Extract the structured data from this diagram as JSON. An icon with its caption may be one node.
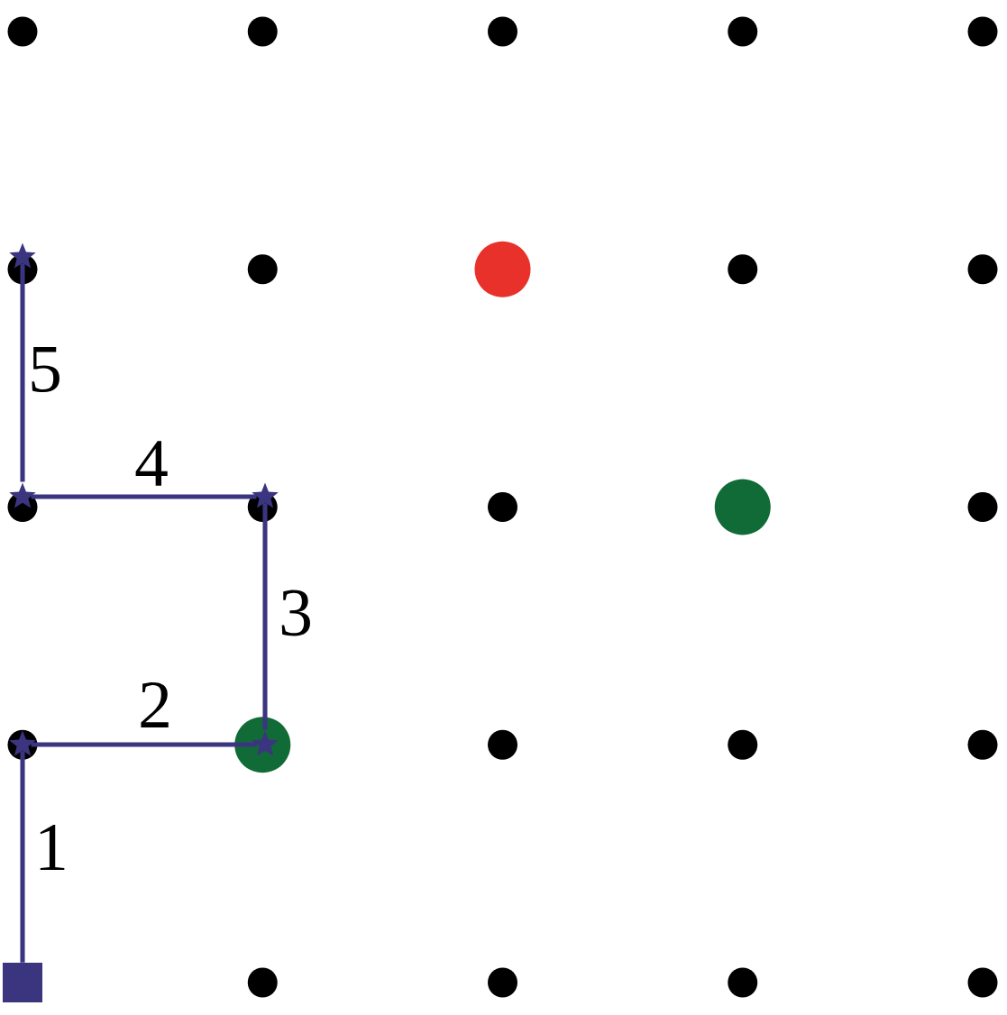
{
  "diagram": {
    "nodes": [
      {
        "text": [],
        "shape": "box"
      },
      {
        "text": [],
        "shape": "star"
      },
      {
        "text": [],
        "shape": "star"
      },
      {
        "text": [],
        "shape": "star"
      },
      {
        "text": [],
        "shape": "star"
      },
      {
        "text": [],
        "shape": "star"
      }
    ],
    "edges": [
      {
        "from": 0,
        "to": 1,
        "arrow": "none",
        "label": "1"
      },
      {
        "from": 1,
        "to": 2,
        "arrow": "none",
        "label": "2"
      },
      {
        "from": 2,
        "to": 3,
        "arrow": "none",
        "label": "3"
      },
      {
        "from": 3,
        "to": 4,
        "arrow": "none",
        "label": "4"
      },
      {
        "from": 4,
        "to": 5,
        "arrow": "none",
        "label": "5"
      }
    ]
  }
}
